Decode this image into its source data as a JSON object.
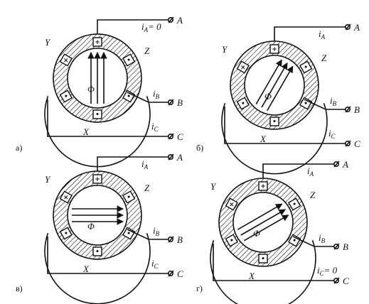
{
  "panels": [
    {
      "label": "а)",
      "phase_labels": {
        "Y": "Y",
        "Z": "Z",
        "X": "X"
      },
      "terminals": [
        "A",
        "B",
        "C"
      ],
      "currents": {
        "a": "i",
        "a_sub": "A",
        "a_extra": "= 0",
        "b": "i",
        "b_sub": "B",
        "c": "i",
        "c_sub": "C"
      },
      "flux": "Φ",
      "flux_angle_deg": 90
    },
    {
      "label": "б)",
      "phase_labels": {
        "Y": "Y",
        "Z": "Z",
        "X": "X"
      },
      "terminals": [
        "A",
        "B",
        "C"
      ],
      "currents": {
        "a": "i",
        "a_sub": "A",
        "a_extra": "",
        "b": "i",
        "b_sub": "B",
        "c": "i",
        "c_sub": "C"
      },
      "flux": "Φ",
      "flux_angle_deg": 60
    },
    {
      "label": "в)",
      "phase_labels": {
        "Y": "Y",
        "Z": "Z",
        "X": "X"
      },
      "terminals": [
        "A",
        "B",
        "C"
      ],
      "currents": {
        "a": "i",
        "a_sub": "A",
        "a_extra": "",
        "b": "i",
        "b_sub": "B",
        "c": "i",
        "c_sub": "C"
      },
      "flux": "Φ",
      "flux_angle_deg": 0
    },
    {
      "label": "г)",
      "phase_labels": {
        "Y": "Y",
        "Z": "Z",
        "X": "X"
      },
      "terminals": [
        "A",
        "B",
        "C"
      ],
      "currents": {
        "a": "i",
        "a_sub": "A",
        "a_extra": "",
        "b": "i",
        "b_sub": "B",
        "c": "i",
        "c_sub": "C",
        "c_extra": "= 0"
      },
      "flux": "Φ",
      "flux_angle_deg": 30
    }
  ],
  "colors": {
    "ink": "#111111",
    "background": "#ffffff"
  }
}
